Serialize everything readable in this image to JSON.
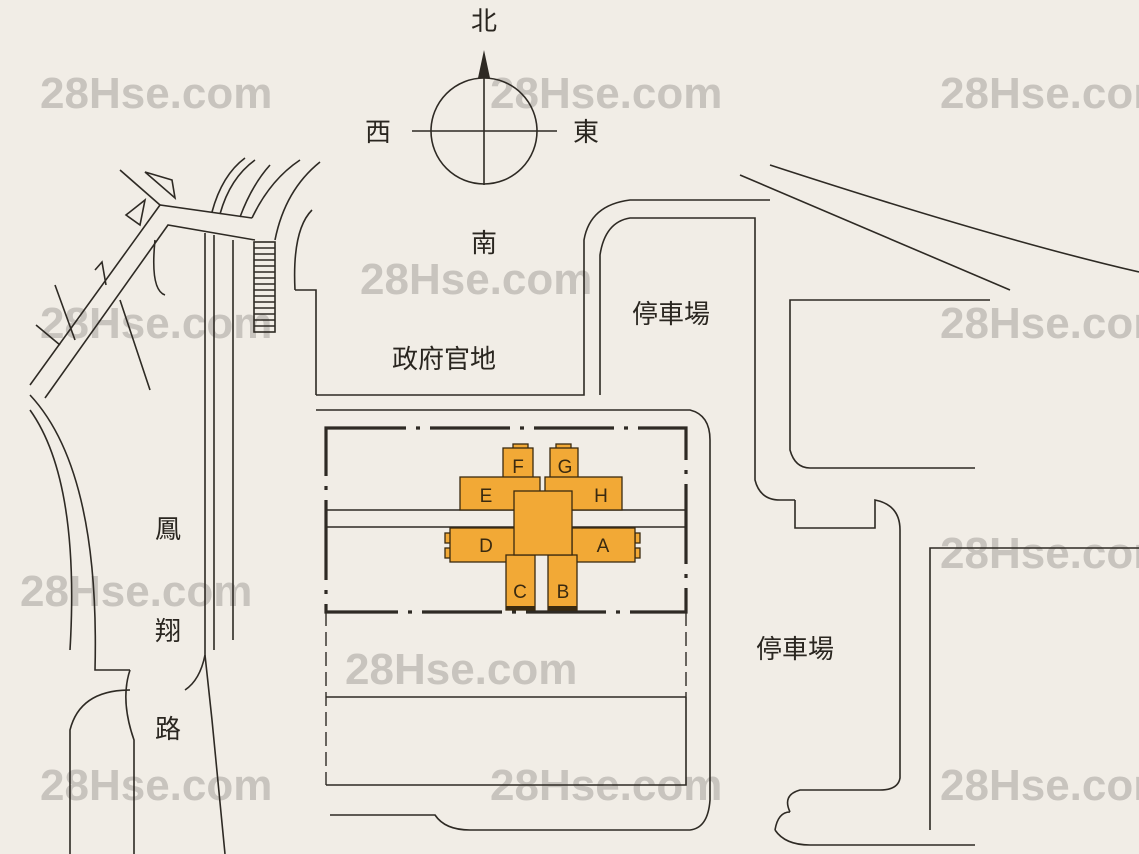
{
  "compass": {
    "north": "北",
    "east": "東",
    "south": "南",
    "west": "西"
  },
  "labels": {
    "government_land": "政府官地",
    "car_park_top": "停車場",
    "car_park_bottom": "停車場",
    "road_name_chars": [
      "鳳",
      "翔",
      "路"
    ]
  },
  "blocks": [
    "A",
    "B",
    "C",
    "D",
    "E",
    "F",
    "G",
    "H"
  ],
  "watermark": "28Hse.com",
  "colors": {
    "building": "#f2a936",
    "background": "#f1ede6",
    "line": "#2e2a24"
  }
}
